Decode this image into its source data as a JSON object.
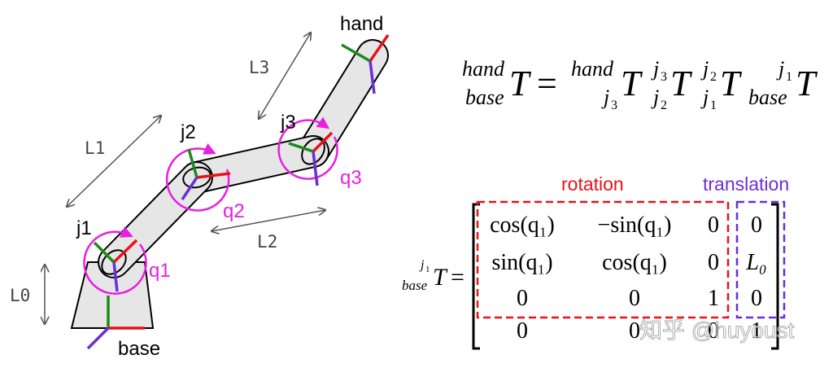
{
  "labels": {
    "hand": "hand",
    "base": "base",
    "j1": "j1",
    "j2": "j2",
    "j3": "j3",
    "q1": "q1",
    "q2": "q2",
    "q3": "q3",
    "l0": "L0",
    "l1": "L1",
    "l2": "L2",
    "l3": "L3"
  },
  "chain_equation": {
    "lhs_super": "hand",
    "lhs_sub": "base",
    "symbol": "T",
    "equals": "=",
    "terms": [
      {
        "super": "hand",
        "sub_main": "j",
        "sub_index": "3"
      },
      {
        "super_main": "j",
        "super_index": "3",
        "sub_main": "j",
        "sub_index": "2"
      },
      {
        "super_main": "j",
        "super_index": "2",
        "sub_main": "j",
        "sub_index": "1"
      },
      {
        "super_main": "j",
        "super_index": "1",
        "sub": "base"
      }
    ]
  },
  "matrix": {
    "rotation_label": "rotation",
    "translation_label": "translation",
    "lhs_super_main": "j",
    "lhs_super_index": "1",
    "lhs_sub": "base",
    "lhs_symbol": "T",
    "equals": "=",
    "rows": [
      [
        "cos(q₁)",
        "−sin(q₁)",
        "0",
        "0"
      ],
      [
        "sin(q₁)",
        "cos(q₁)",
        "0",
        "L₀"
      ],
      [
        "0",
        "0",
        "1",
        "0"
      ],
      [
        "0",
        "0",
        "0",
        "1"
      ]
    ]
  },
  "watermark": "知乎 @huyoust",
  "colors": {
    "link_fill": "#e6e6e6",
    "outline": "#000000",
    "x_axis": "#e8121b",
    "y_axis": "#1f8a1f",
    "z_axis": "#6a2fd9",
    "joint_angle": "#e81ee2",
    "dimension": "#555555",
    "rotation_box": "#e8121b",
    "translation_box": "#6a2fd9"
  }
}
